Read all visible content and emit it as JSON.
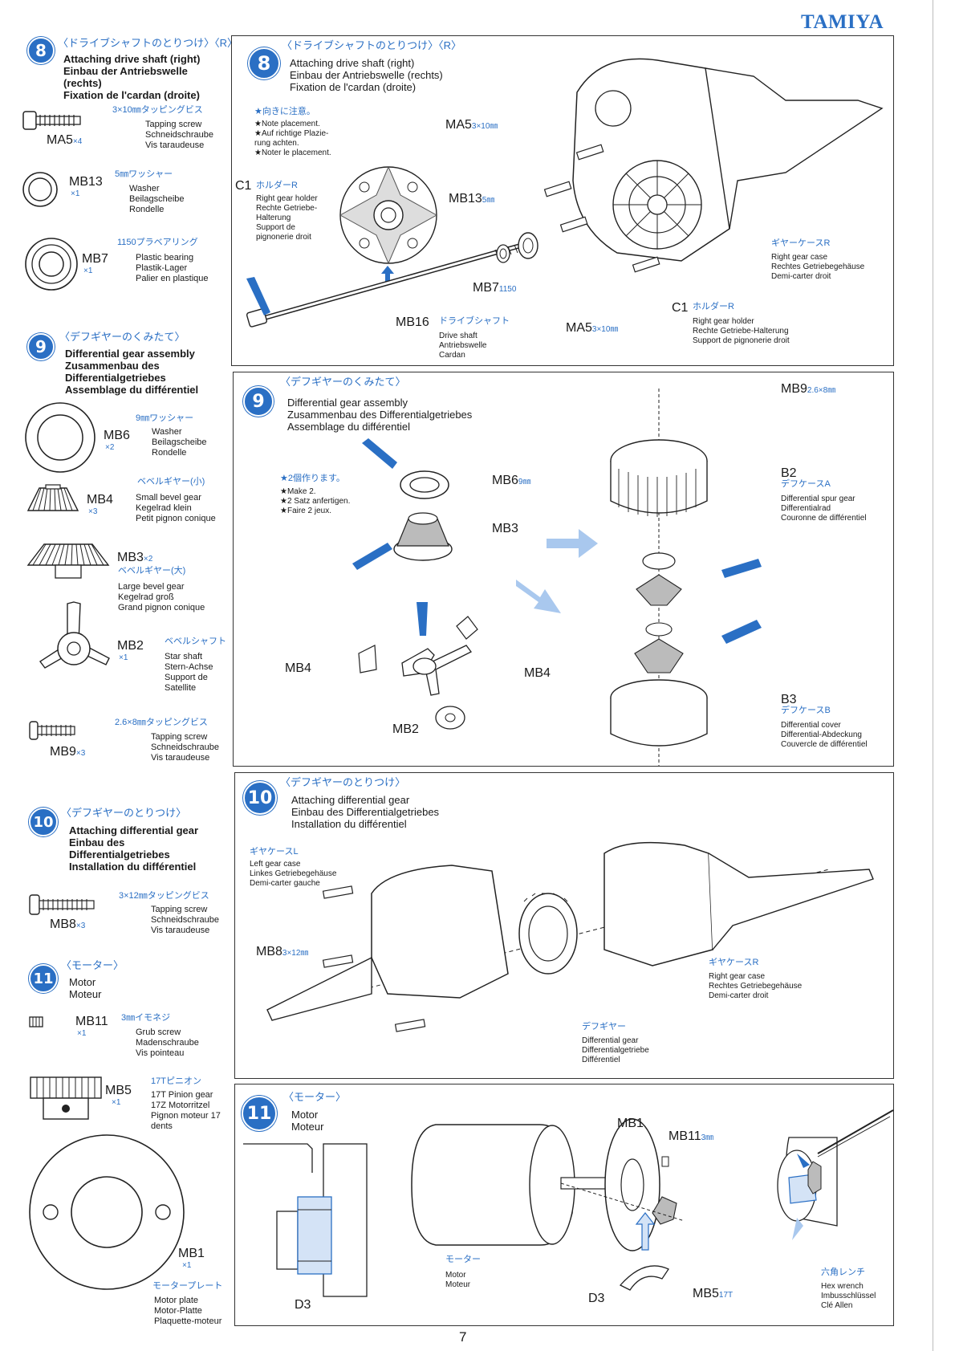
{
  "brand": "TAMIYA",
  "page_number": "7",
  "sidebar": {
    "s8": {
      "num": "8",
      "jp": "〈ドライブシャフトのとりつけ〉〈R〉",
      "title": "Attaching drive shaft (right)\nEinbau der Antriebswelle\n(rechts)\nFixation de l'cardan (droite)",
      "parts": [
        {
          "code": "MA5",
          "qty": "×4",
          "jp": "3×10㎜タッピングビス",
          "desc": "Tapping screw\nSchneidschraube\nVis taraudeuse"
        },
        {
          "code": "MB13",
          "qty": "×1",
          "jp": "5㎜ワッシャー",
          "desc": "Washer\nBeilagscheibe\nRondelle"
        },
        {
          "code": "MB7",
          "qty": "×1",
          "jp": "1150プラベアリング",
          "desc": "Plastic bearing\nPlastik-Lager\nPalier en plastique"
        }
      ]
    },
    "s9": {
      "num": "9",
      "jp": "〈デフギヤーのくみたて〉",
      "title": "Differential gear assembly\nZusammenbau des\nDifferentialgetriebes\nAssemblage du différentiel",
      "parts": [
        {
          "code": "MB6",
          "qty": "×2",
          "jp": "9㎜ワッシャー",
          "desc": "Washer\nBeilagscheibe\nRondelle"
        },
        {
          "code": "MB4",
          "qty": "×3",
          "jp": "ベベルギヤー(小)",
          "desc": "Small bevel gear\nKegelrad klein\nPetit pignon conique"
        },
        {
          "code": "MB3",
          "qty": "×2",
          "jp": "ベベルギヤー(大)",
          "desc": "Large bevel gear\nKegelrad groß\nGrand pignon conique"
        },
        {
          "code": "MB2",
          "qty": "×1",
          "jp": "ベベルシャフト",
          "desc": "Star shaft\nStern-Achse\nSupport de\nSatellite"
        },
        {
          "code": "MB9",
          "qty": "×3",
          "jp": "2.6×8㎜タッピングビス",
          "desc": "Tapping screw\nSchneidschraube\nVis taraudeuse"
        }
      ]
    },
    "s10": {
      "num": "10",
      "jp": "〈デフギヤーのとりつけ〉",
      "title": "Attaching differential gear\nEinbau des\nDifferentialgetriebes\nInstallation du différentiel",
      "parts": [
        {
          "code": "MB8",
          "qty": "×3",
          "jp": "3×12㎜タッピングビス",
          "desc": "Tapping screw\nSchneidschraube\nVis taraudeuse"
        }
      ]
    },
    "s11": {
      "num": "11",
      "jp": "〈モーター〉",
      "title": "Motor\nMoteur",
      "parts": [
        {
          "code": "MB11",
          "qty": "×1",
          "jp": "3㎜イモネジ",
          "desc": "Grub screw\nMadenschraube\nVis pointeau"
        },
        {
          "code": "MB5",
          "qty": "×1",
          "jp": "17Tピニオン",
          "desc": "17T Pinion gear\n17Z Motorritzel\nPignon moteur 17\ndents"
        },
        {
          "code": "MB1",
          "qty": "×1",
          "jp": "モータープレート",
          "desc": "Motor plate\nMotor-Platte\nPlaquette-moteur"
        }
      ]
    }
  },
  "panel8": {
    "num": "8",
    "jp": "〈ドライブシャフトのとりつけ〉〈R〉",
    "title": "Attaching drive shaft (right)\nEinbau der Antriebswelle (rechts)\nFixation de l'cardan (droite)",
    "note_jp": "★向きに注意。",
    "note": "★Note placement.\n★Auf richtige Plazie-\nrung achten.\n★Noter le placement.",
    "c1_code": "C1",
    "c1_jp": "ホルダーR",
    "c1_desc": "Right gear holder\nRechte Getriebe-\nHalterung\nSupport de\npignonerie droit",
    "ma5_top": "MA5",
    "ma5_top_size": "3×10㎜",
    "mb13": "MB13",
    "mb13_size": "5㎜",
    "mb7": "MB7",
    "mb7_size": "1150",
    "mb16": "MB16",
    "mb16_jp": "ドライブシャフト",
    "mb16_desc": "Drive shaft\nAntriebswelle\nCardan",
    "ma5_bottom": "MA5",
    "ma5_bottom_size": "3×10㎜",
    "c1b_code": "C1",
    "c1b_jp": "ホルダーR",
    "c1b_desc": "Right gear holder\nRechte Getriebe-Halterung\nSupport de pignonerie droit",
    "case_jp": "ギヤーケースR",
    "case_desc": "Right gear case\nRechtes Getriebegehäuse\nDemi-carter droit"
  },
  "panel9": {
    "num": "9",
    "jp": "〈デフギヤーのくみたて〉",
    "title": "Differential gear assembly\nZusammenbau des Differentialgetriebes\nAssemblage du différentiel",
    "note_jp": "★2個作ります。",
    "note": "★Make 2.\n★2 Satz anfertigen.\n★Faire 2 jeux.",
    "mb6": "MB6",
    "mb6_size": "9㎜",
    "mb3": "MB3",
    "mb4_left": "MB4",
    "mb4_right": "MB4",
    "mb2": "MB2",
    "mb9": "MB9",
    "mb9_size": "2.6×8㎜",
    "b2_code": "B2",
    "b2_jp": "デフケースA",
    "b2_desc": "Differential spur gear\nDifferentialrad\nCouronne de différentiel",
    "b3_code": "B3",
    "b3_jp": "デフケースB",
    "b3_desc": "Differential cover\nDifferential-Abdeckung\nCouvercle de différentiel"
  },
  "panel10": {
    "num": "10",
    "jp": "〈デフギヤーのとりつけ〉",
    "title": "Attaching differential gear\nEinbau des Differentialgetriebes\nInstallation du différentiel",
    "left_jp": "ギヤケースL",
    "left_desc": "Left gear case\nLinkes Getriebegehäuse\nDemi-carter gauche",
    "mb8": "MB8",
    "mb8_size": "3×12㎜",
    "right_jp": "ギヤケースR",
    "right_desc": "Right gear case\nRechtes Getriebegehäuse\nDemi-carter droit",
    "diff_jp": "デフギヤー",
    "diff_desc": "Differential gear\nDifferentialgetriebe\nDifférentiel"
  },
  "panel11": {
    "num": "11",
    "jp": "〈モーター〉",
    "title": "Motor\nMoteur",
    "d3_left": "D3",
    "motor_jp": "モーター",
    "motor_desc": "Motor\nMoteur",
    "mb1": "MB1",
    "mb11": "MB11",
    "mb11_size": "3㎜",
    "d3_right": "D3",
    "mb5": "MB5",
    "mb5_size": "17T",
    "hex_jp": "六角レンチ",
    "hex_desc": "Hex wrench\nImbusschlüssel\nClé Allen"
  }
}
